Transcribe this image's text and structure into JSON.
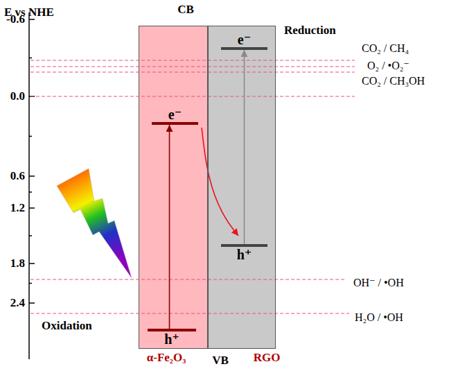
{
  "diagram": {
    "nodes": [
      {
        "text": [
          "α-Fe₂O₃"
        ]
      },
      {
        "text": [
          "RGO"
        ]
      },
      {
        "text": [
          "e⁻"
        ],
        "in": 0
      },
      {
        "text": [
          "h⁺"
        ],
        "in": 0
      },
      {
        "text": [
          "e⁻"
        ],
        "in": 1
      },
      {
        "text": [
          "h⁺"
        ],
        "in": 1
      }
    ],
    "edges": [
      {
        "from": 3,
        "to": 2,
        "arrow": "to"
      },
      {
        "from": 2,
        "to": 5,
        "arrow": "to"
      },
      {
        "from": 5,
        "to": 4,
        "arrow": "to"
      }
    ],
    "labels": [
      "E vs NHE",
      "-0.6",
      "0.0",
      "0.6",
      "1.2",
      "1.8",
      "2.4",
      "CB",
      "Reduction",
      "CO₂ / CH₄",
      "O₂ / •O₂⁻",
      "CO₂ / CH₃OH",
      "OH⁻ / •OH",
      "H₂O / •OH",
      "Oxidation",
      "VB"
    ]
  }
}
